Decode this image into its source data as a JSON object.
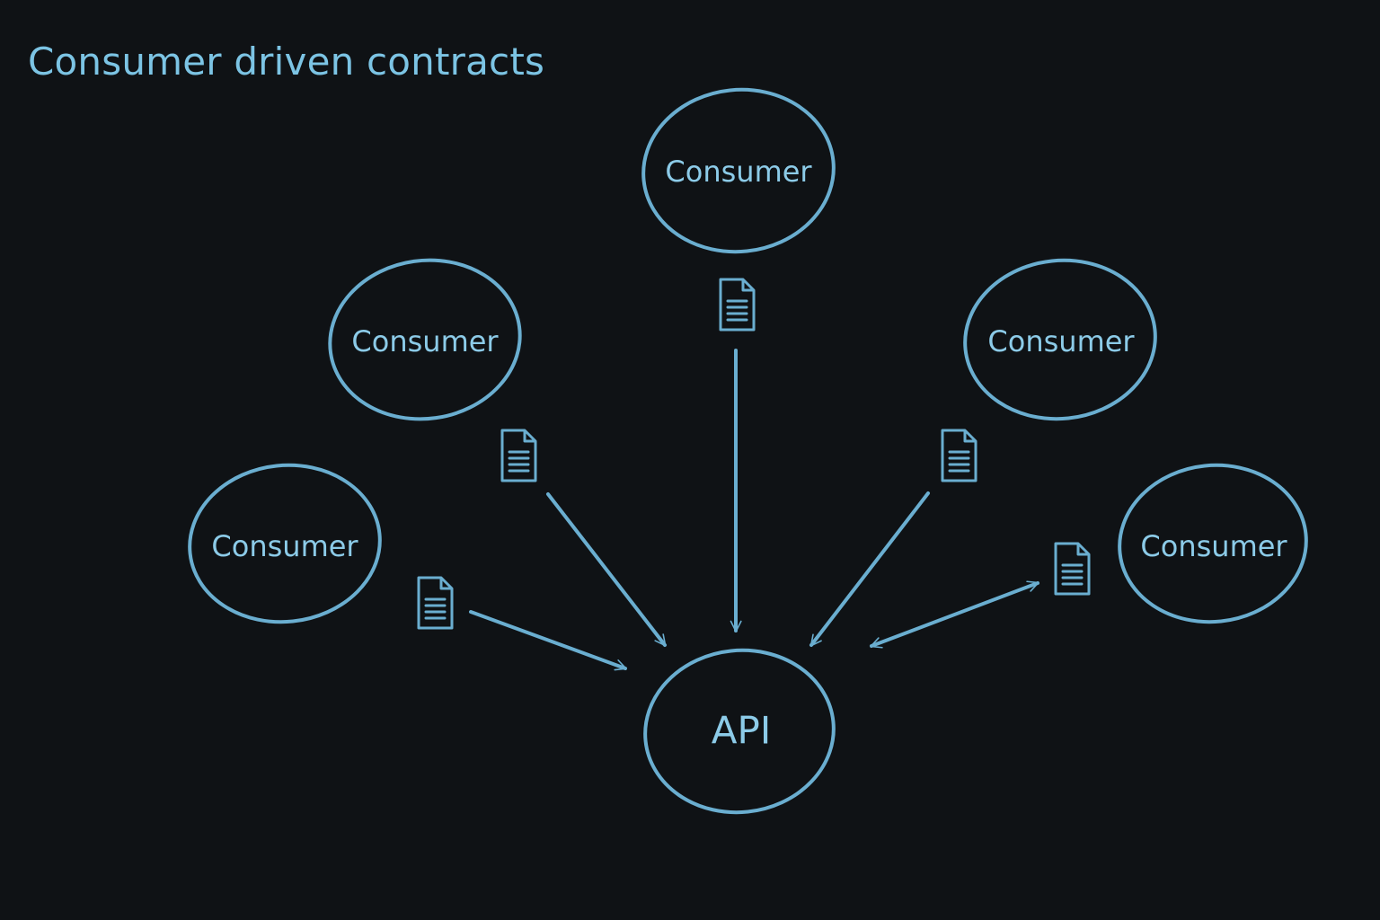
{
  "title": "Consumer driven contracts",
  "colors": {
    "background": "#0f1215",
    "accent": "#6aaed0",
    "text": "#8ccbe8"
  },
  "nodes": [
    {
      "id": "consumer-top",
      "label": "Consumer"
    },
    {
      "id": "consumer-upper-left",
      "label": "Consumer"
    },
    {
      "id": "consumer-upper-right",
      "label": "Consumer"
    },
    {
      "id": "consumer-lower-left",
      "label": "Consumer"
    },
    {
      "id": "consumer-lower-right",
      "label": "Consumer"
    },
    {
      "id": "api",
      "label": "API"
    }
  ],
  "edges": [
    {
      "from": "consumer-top",
      "to": "api",
      "icon": "document-icon",
      "direction": "one-way"
    },
    {
      "from": "consumer-upper-left",
      "to": "api",
      "icon": "document-icon",
      "direction": "one-way"
    },
    {
      "from": "consumer-upper-right",
      "to": "api",
      "icon": "document-icon",
      "direction": "one-way"
    },
    {
      "from": "consumer-lower-left",
      "to": "api",
      "icon": "document-icon",
      "direction": "one-way"
    },
    {
      "from": "consumer-lower-right",
      "to": "api",
      "icon": "document-icon",
      "direction": "two-way"
    }
  ]
}
